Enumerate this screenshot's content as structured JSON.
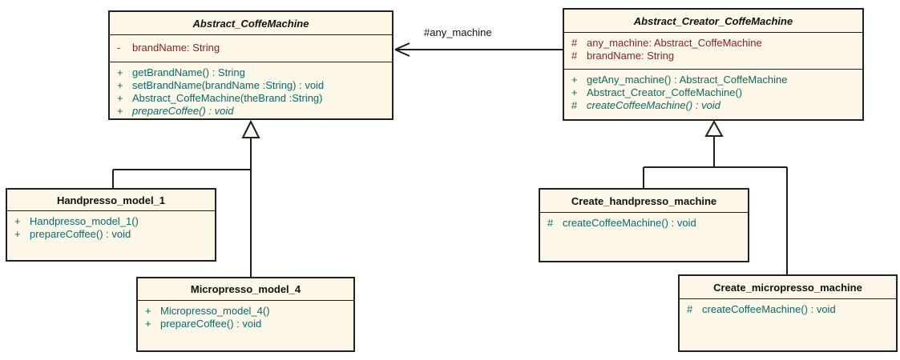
{
  "diagram": {
    "association_label": "#any_machine",
    "colors": {
      "box_fill": "#FCF7E7",
      "border": "#212121",
      "attribute_text": "#8F1D1D",
      "method_text": "#0B6B6B",
      "title_text": "#111111",
      "background": "#ffffff"
    }
  },
  "classes": [
    {
      "name": "Abstract_CoffeMachine",
      "abstract": true,
      "attributes": [
        {
          "vis": "-",
          "text": "brandName: String"
        }
      ],
      "methods": [
        {
          "vis": "+",
          "text": "getBrandName() : String"
        },
        {
          "vis": "+",
          "text": "setBrandName(brandName :String) : void"
        },
        {
          "vis": "+",
          "text": "Abstract_CoffeMachine(theBrand :String)"
        },
        {
          "vis": "+",
          "text": "prepareCoffee() : void",
          "italic": true
        }
      ]
    },
    {
      "name": "Abstract_Creator_CoffeMachine",
      "abstract": true,
      "attributes": [
        {
          "vis": "#",
          "text": "any_machine: Abstract_CoffeMachine"
        },
        {
          "vis": "#",
          "text": "brandName: String"
        }
      ],
      "methods": [
        {
          "vis": "+",
          "text": "getAny_machine() : Abstract_CoffeMachine"
        },
        {
          "vis": "+",
          "text": "Abstract_Creator_CoffeMachine()"
        },
        {
          "vis": "#",
          "text": "createCoffeeMachine() : void",
          "italic": true
        }
      ]
    },
    {
      "name": "Handpresso_model_1",
      "abstract": false,
      "attributes": [],
      "methods": [
        {
          "vis": "+",
          "text": "Handpresso_model_1()"
        },
        {
          "vis": "+",
          "text": "prepareCoffee() : void"
        }
      ]
    },
    {
      "name": "Micropresso_model_4",
      "abstract": false,
      "attributes": [],
      "methods": [
        {
          "vis": "+",
          "text": "Micropresso_model_4()"
        },
        {
          "vis": "+",
          "text": "prepareCoffee() : void"
        }
      ]
    },
    {
      "name": "Create_handpresso_machine",
      "abstract": false,
      "attributes": [],
      "methods": [
        {
          "vis": "#",
          "text": "createCoffeeMachine() : void"
        }
      ]
    },
    {
      "name": "Create_micropresso_machine",
      "abstract": false,
      "attributes": [],
      "methods": [
        {
          "vis": "#",
          "text": "createCoffeeMachine() : void"
        }
      ]
    }
  ]
}
